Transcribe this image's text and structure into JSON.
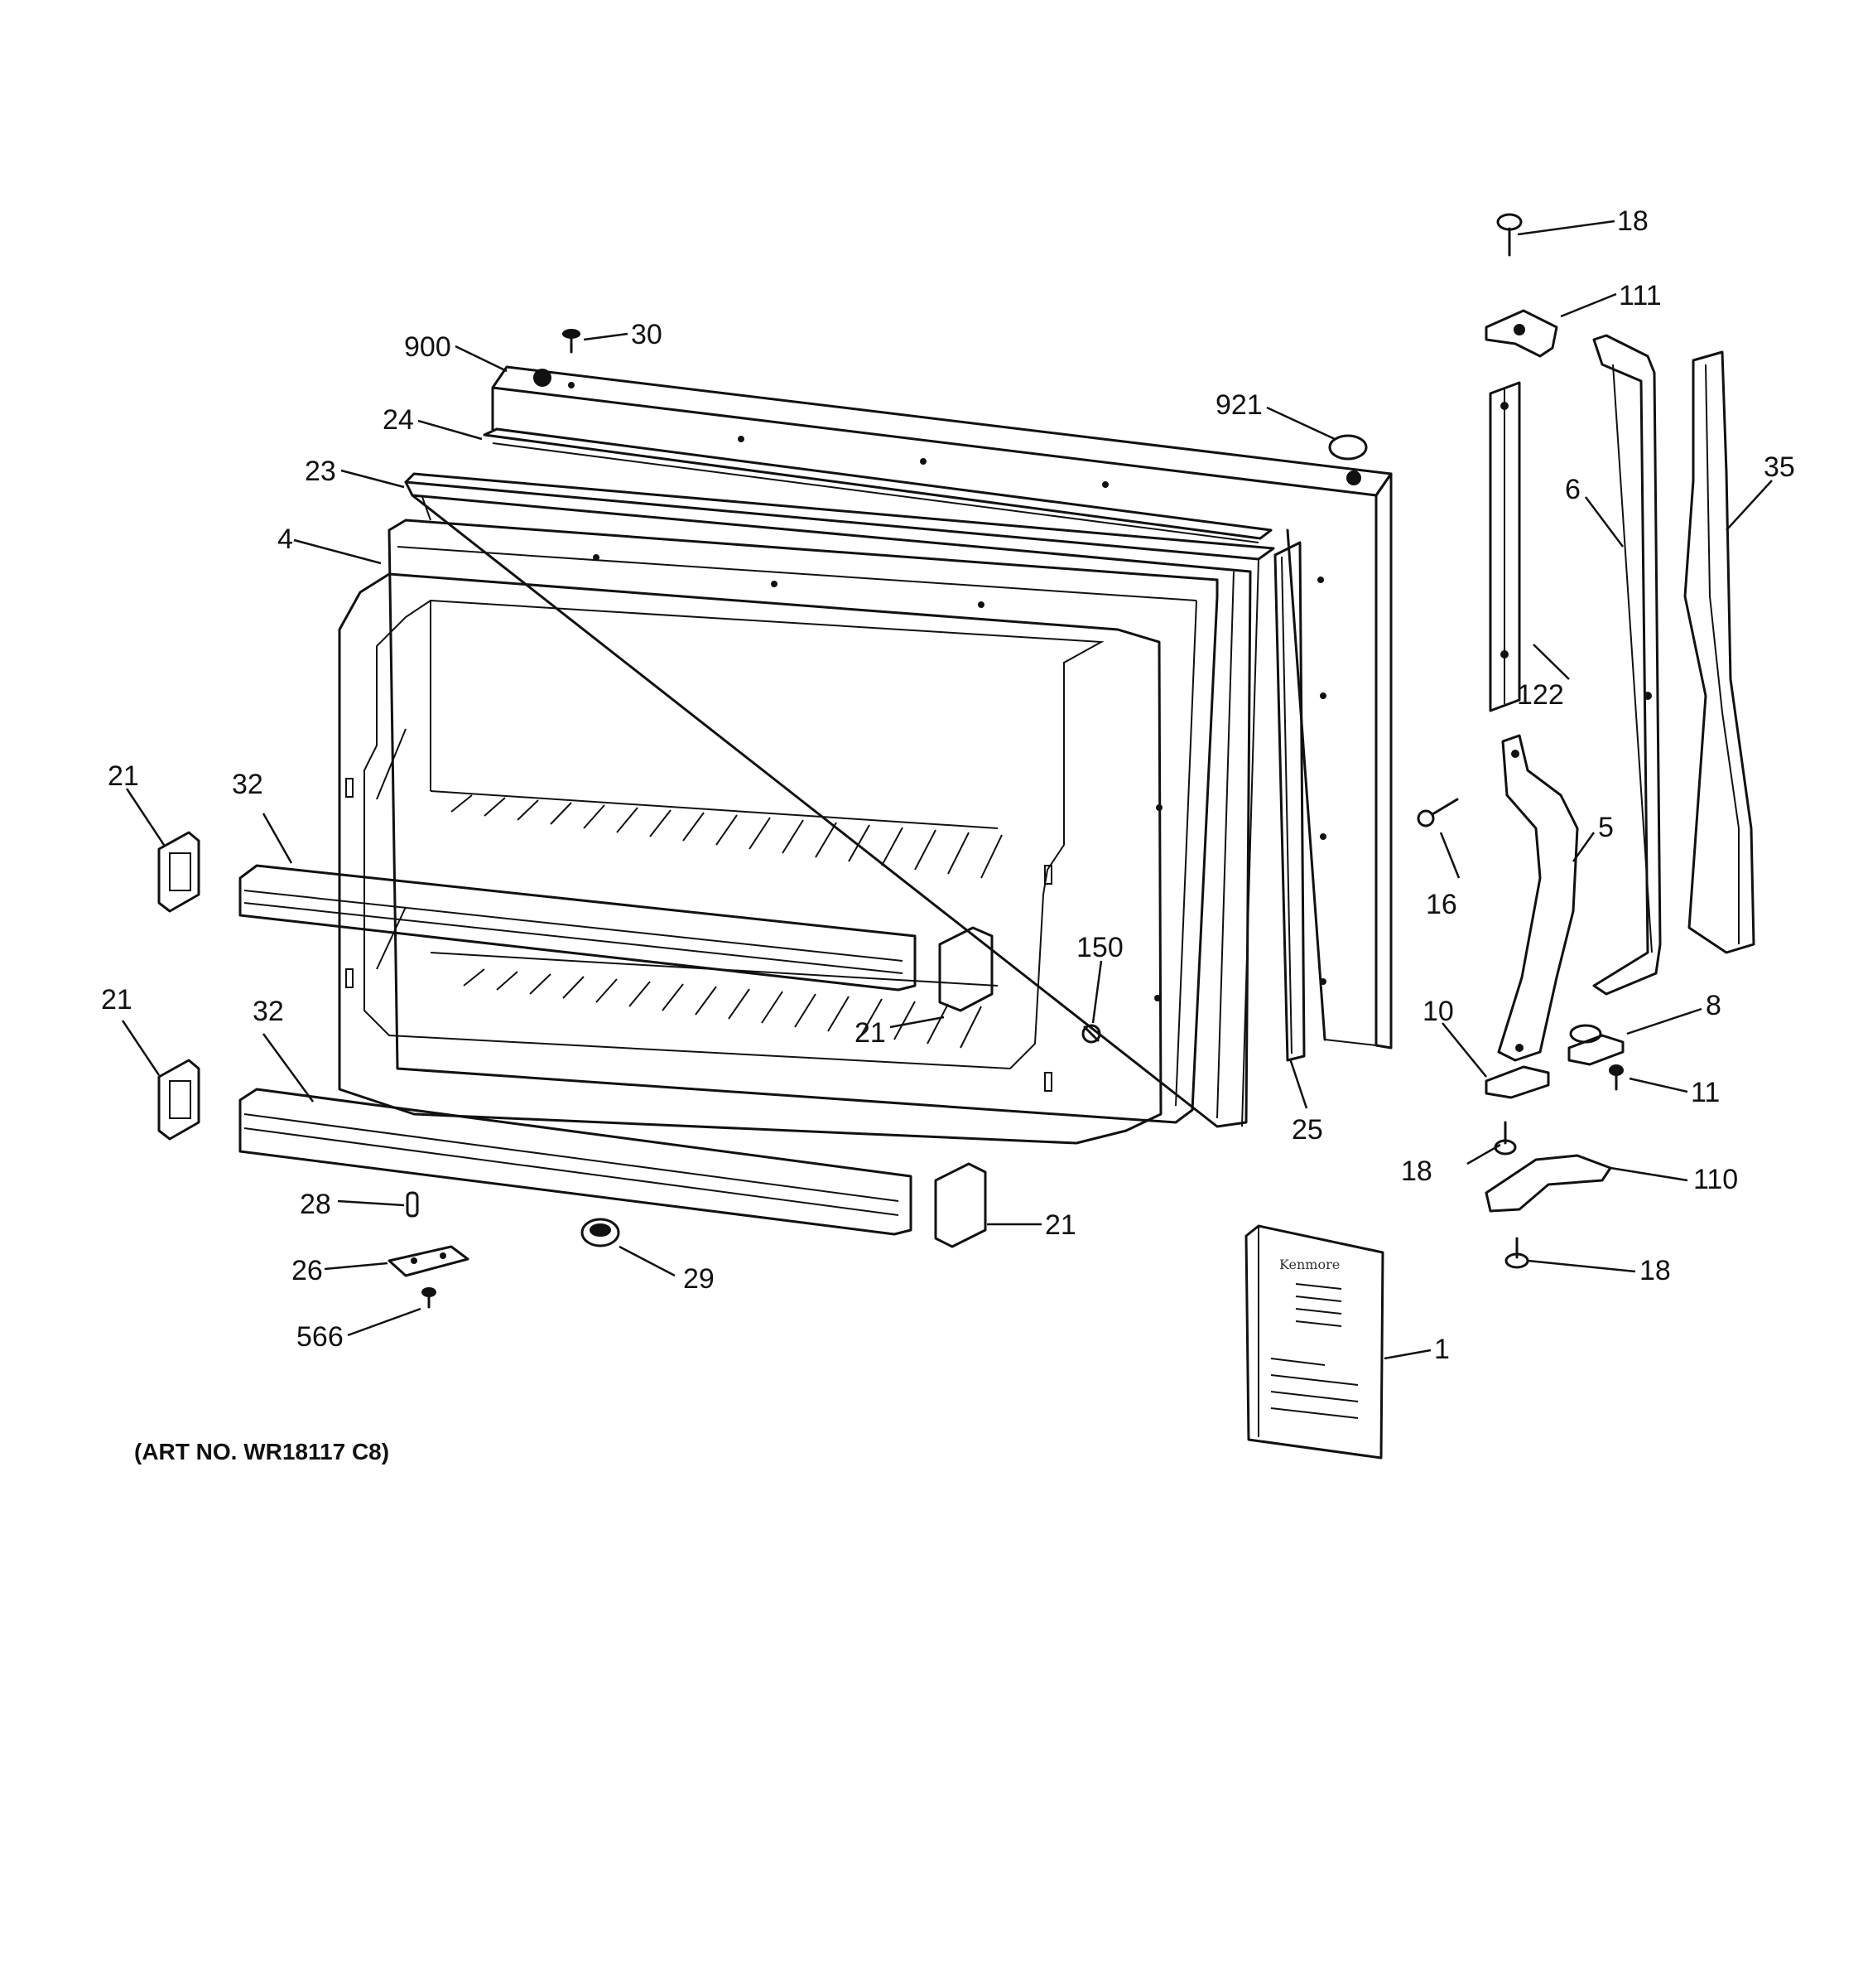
{
  "art_number": "(ART NO. WR18117 C8)",
  "manual_cover_text": "Kenmore",
  "callouts": [
    {
      "id": "18a",
      "text": "18"
    },
    {
      "id": "111",
      "text": "111"
    },
    {
      "id": "30",
      "text": "30"
    },
    {
      "id": "900",
      "text": "900"
    },
    {
      "id": "921",
      "text": "921"
    },
    {
      "id": "24",
      "text": "24"
    },
    {
      "id": "23",
      "text": "23"
    },
    {
      "id": "35",
      "text": "35"
    },
    {
      "id": "6",
      "text": "6"
    },
    {
      "id": "4",
      "text": "4"
    },
    {
      "id": "122",
      "text": "122"
    },
    {
      "id": "21a",
      "text": "21"
    },
    {
      "id": "32a",
      "text": "32"
    },
    {
      "id": "16",
      "text": "16"
    },
    {
      "id": "5",
      "text": "5"
    },
    {
      "id": "150",
      "text": "150"
    },
    {
      "id": "21b",
      "text": "21"
    },
    {
      "id": "21c",
      "text": "21"
    },
    {
      "id": "32b",
      "text": "32"
    },
    {
      "id": "10",
      "text": "10"
    },
    {
      "id": "8",
      "text": "8"
    },
    {
      "id": "11",
      "text": "11"
    },
    {
      "id": "25",
      "text": "25"
    },
    {
      "id": "18b",
      "text": "18"
    },
    {
      "id": "110",
      "text": "110"
    },
    {
      "id": "28",
      "text": "28"
    },
    {
      "id": "21d",
      "text": "21"
    },
    {
      "id": "26",
      "text": "26"
    },
    {
      "id": "29",
      "text": "29"
    },
    {
      "id": "18c",
      "text": "18"
    },
    {
      "id": "566",
      "text": "566"
    },
    {
      "id": "1",
      "text": "1"
    }
  ]
}
